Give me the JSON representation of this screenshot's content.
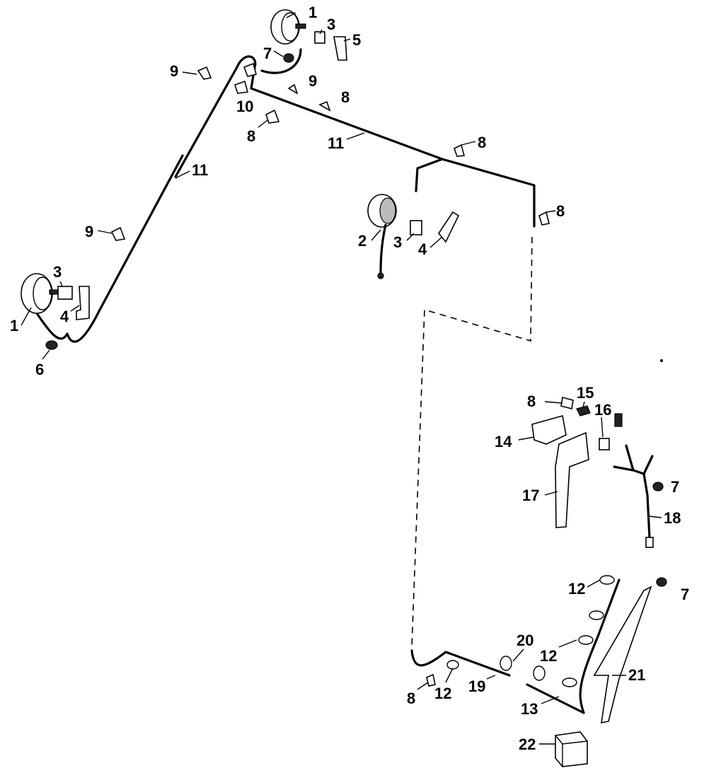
{
  "colors": {
    "ink": "#000000",
    "paper": "#ffffff"
  },
  "callouts": {
    "c1a": "1",
    "c1b": "1",
    "c2": "2",
    "c3a": "3",
    "c3b": "3",
    "c3c": "3",
    "c4a": "4",
    "c4b": "4",
    "c5": "5",
    "c6": "6",
    "c7a": "7",
    "c7b": "7",
    "c7c": "7",
    "c8a": "8",
    "c8b": "8",
    "c8c": "8",
    "c8d": "8",
    "c8e": "8",
    "c8f": "8",
    "c9a": "9",
    "c9b": "9",
    "c9c": "9",
    "c10": "10",
    "c11a": "11",
    "c11b": "11",
    "c12a": "12",
    "c12b": "12",
    "c12c": "12",
    "c13": "13",
    "c14": "14",
    "c15": "15",
    "c16": "16",
    "c17": "17",
    "c18": "18",
    "c19": "19",
    "c20": "20",
    "c21": "21",
    "c22": "22"
  }
}
